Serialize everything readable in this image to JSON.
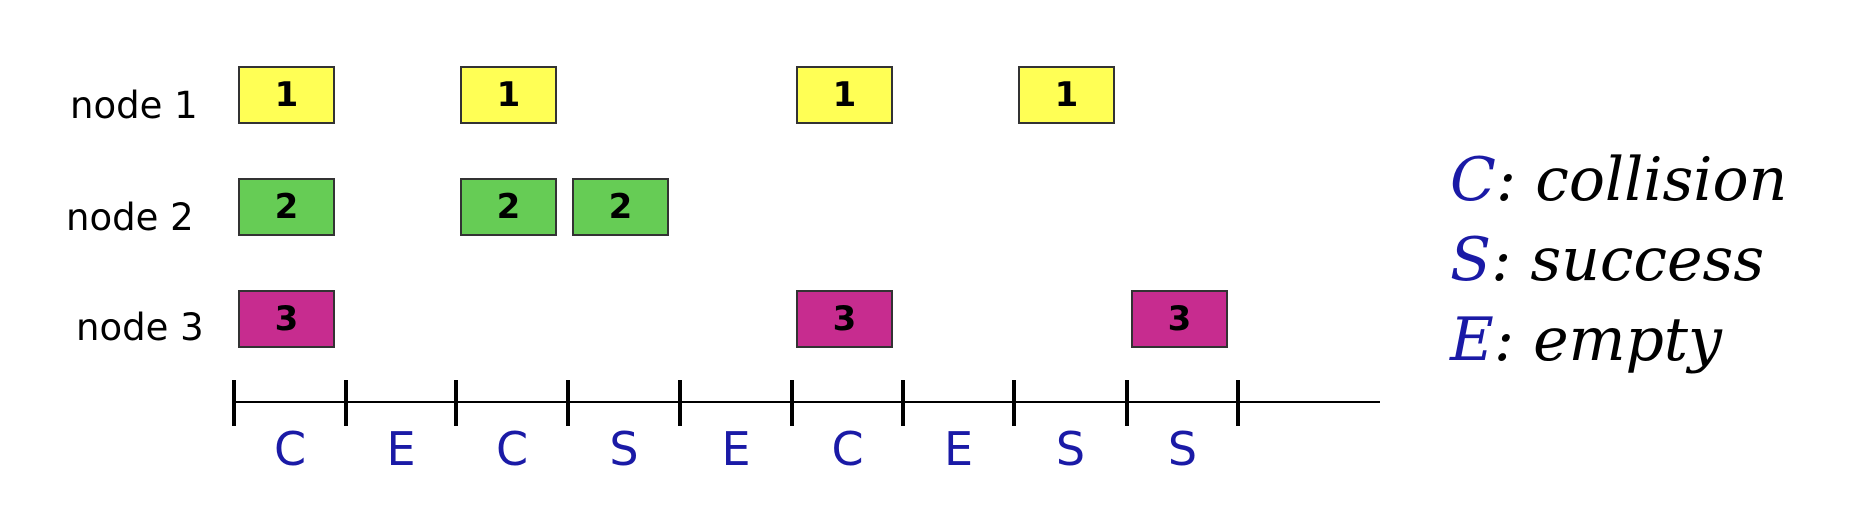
{
  "nodes": [
    {
      "label": "node 1",
      "id": "1",
      "color": "#ffff55",
      "slots": [
        0,
        2,
        5,
        7
      ]
    },
    {
      "label": "node 2",
      "id": "2",
      "color": "#66cc55",
      "slots": [
        0,
        2,
        3
      ]
    },
    {
      "label": "node 3",
      "id": "3",
      "color": "#c72c8f",
      "slots": [
        0,
        5,
        8
      ]
    }
  ],
  "slot_outcomes": [
    "C",
    "E",
    "C",
    "S",
    "E",
    "C",
    "E",
    "S",
    "S"
  ],
  "legend": [
    {
      "key": "C",
      "text": ": collision"
    },
    {
      "key": "S",
      "text": ": success"
    },
    {
      "key": "E",
      "text": ": empty"
    }
  ],
  "colors": {
    "accent": "#1a1aa6",
    "axis": "#000000"
  }
}
